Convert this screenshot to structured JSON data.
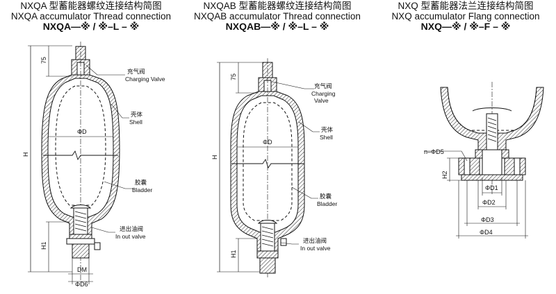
{
  "drawings": [
    {
      "title_cn": "NXQA 型蓄能器螺纹连接结构简图",
      "title_en": "NXQA accumulator Thread connection",
      "model_code": "NXQA—※ / ※–L – ※",
      "labels": {
        "charging_cn": "充气阀",
        "charging_en": "Charging Valve",
        "shell_cn": "壳体",
        "shell_en": "Shell",
        "bladder_cn": "胶囊",
        "bladder_en": "Bladder",
        "inout_cn": "进出油阀",
        "inout_en": "In out valve"
      },
      "dims": {
        "top": "75",
        "height": "H",
        "h1": "H1",
        "diameter": "ΦD",
        "dm": "DM",
        "d6": "ΦD6"
      }
    },
    {
      "title_cn": "NXQAB 型蓄能器螺纹连接结构简图",
      "title_en": "NXQAB accumulator Thread connection",
      "model_code": "NXQAB—※ / ※–L – ※",
      "labels": {
        "charging_cn": "充气阀",
        "charging_en_1": "Charging",
        "charging_en_2": "Valve",
        "shell_cn": "壳体",
        "shell_en": "Shell",
        "bladder_cn": "胶囊",
        "bladder_en": "Bladder",
        "inout_cn": "进出油阀",
        "inout_en": "In out valve"
      },
      "dims": {
        "top": "75",
        "height": "H",
        "h1": "H1",
        "diameter": "ΦD"
      }
    },
    {
      "title_cn": "NXQ 型蓄能器法兰连接结构简图",
      "title_en": "NXQ accumulator Flang connection",
      "model_code": "NXQ—※ / ※–F – ※",
      "dims": {
        "d5": "n–ΦD5",
        "h2": "H2",
        "d1": "ΦD1",
        "d2": "ΦD2",
        "d3": "ΦD3",
        "d4": "ΦD4"
      }
    }
  ]
}
